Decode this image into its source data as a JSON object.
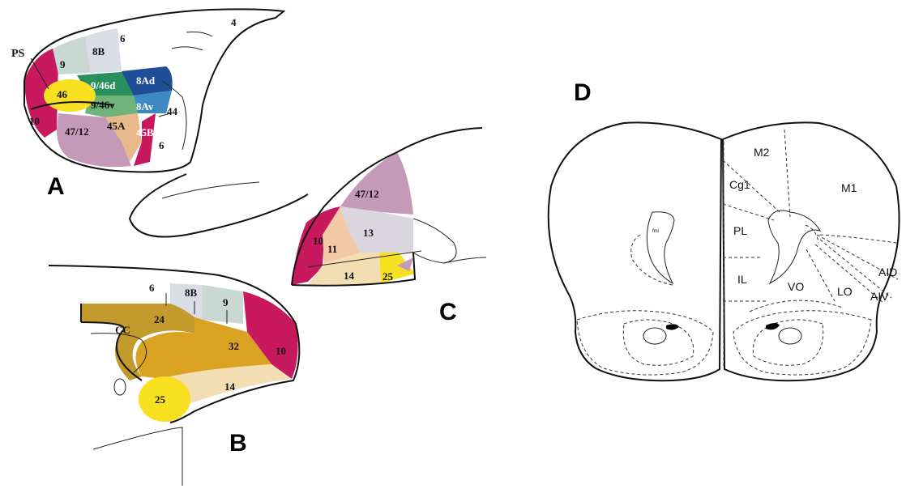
{
  "panels": {
    "A": {
      "letter": "A",
      "colors": {
        "area10": "#c8185e",
        "area9": "#c9d8d2",
        "area8B": "#d8dde6",
        "area46": "#f6e01f",
        "area946d": "#2a8f5f",
        "area946v": "#6fb37a",
        "area8Ad": "#1f4e97",
        "area8Av": "#3e89c4",
        "area45A": "#e9b98c",
        "area4712": "#c49ab8",
        "area45B": "#c8185e"
      },
      "labels": {
        "ps": "PS",
        "a9": "9",
        "a8B": "8B",
        "a6top": "6",
        "a4": "4",
        "a46": "46",
        "a946d": "9/46d",
        "a8Ad": "8Ad",
        "a946v": "9/46v",
        "a8Av": "8Av",
        "a44": "44",
        "a10": "10",
        "a4712": "47/12",
        "a45A": "45A",
        "a45B": "45B",
        "a6bot": "6"
      }
    },
    "B": {
      "letter": "B",
      "colors": {
        "area24": "#c39a2c",
        "area32": "#d9a321",
        "area10": "#c8185e",
        "area14": "#f3ddb3",
        "area25": "#f6e01f",
        "area9": "#c9d8d2",
        "area8B": "#d8dde6"
      },
      "labels": {
        "a6": "6",
        "a8B": "8B",
        "a9": "9",
        "a24": "24",
        "cc": "CC",
        "a32": "32",
        "a10": "10",
        "a14": "14",
        "a25": "25"
      }
    },
    "C": {
      "letter": "C",
      "colors": {
        "area4712": "#c49ab8",
        "area13": "#d9d6de",
        "area10": "#c8185e",
        "area11": "#f2c9a6",
        "area14": "#f3ddb3",
        "area25": "#f6e01f"
      },
      "labels": {
        "a4712": "47/12",
        "a13": "13",
        "a10": "10",
        "a11": "11",
        "a14": "14",
        "a25": "25"
      }
    },
    "D": {
      "letter": "D",
      "labels": {
        "m2": "M2",
        "m1": "M1",
        "cg1": "Cg1",
        "pl": "PL",
        "il": "IL",
        "vo": "VO",
        "lo": "LO",
        "aid": "AID",
        "aiv": "AIV",
        "fmi": "fmi"
      }
    }
  }
}
